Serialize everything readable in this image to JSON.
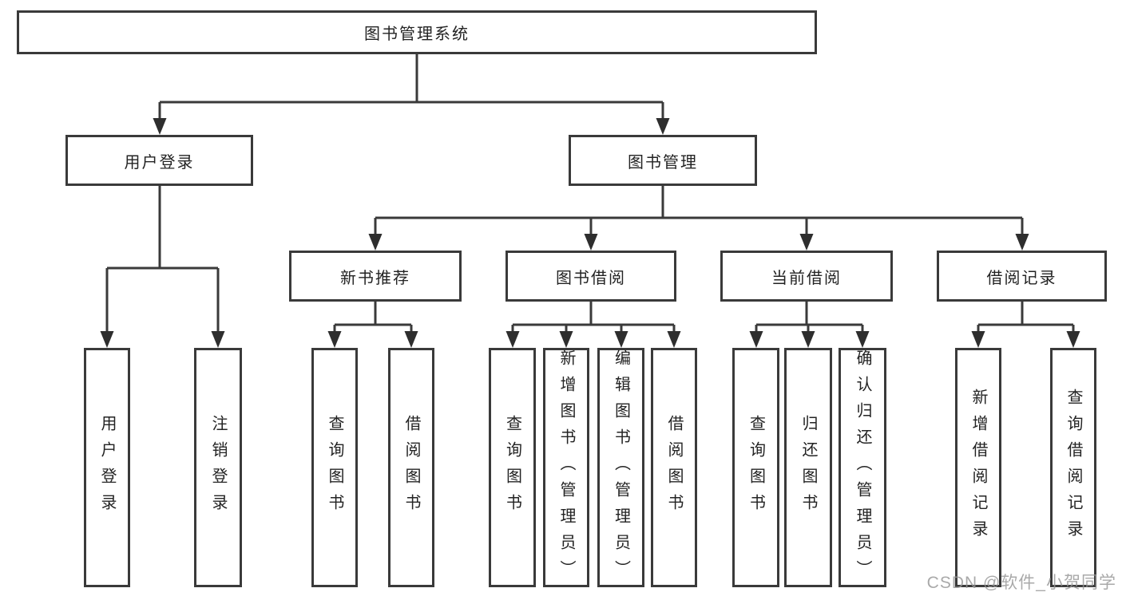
{
  "tree": {
    "label": "图书管理系统",
    "children": [
      {
        "label": "用户登录",
        "children": [
          {
            "label": "用户登录"
          },
          {
            "label": "注销登录"
          }
        ]
      },
      {
        "label": "图书管理",
        "children": [
          {
            "label": "新书推荐",
            "children": [
              {
                "label": "查询图书"
              },
              {
                "label": "借阅图书"
              }
            ]
          },
          {
            "label": "图书借阅",
            "children": [
              {
                "label": "查询图书"
              },
              {
                "label": "新增图书（管理员）"
              },
              {
                "label": "编辑图书（管理员）"
              },
              {
                "label": "借阅图书"
              }
            ]
          },
          {
            "label": "当前借阅",
            "children": [
              {
                "label": "查询图书"
              },
              {
                "label": "归还图书"
              },
              {
                "label": "确认归还（管理员）"
              }
            ]
          },
          {
            "label": "借阅记录",
            "children": [
              {
                "label": "新增借阅记录"
              },
              {
                "label": "查询借阅记录"
              }
            ]
          }
        ]
      }
    ]
  },
  "watermark": "CSDN @软件_小贺同学",
  "colors": {
    "line": "#3a3a3a",
    "arrow": "#2e2e2e",
    "box_border": "#3a3a3a",
    "text": "#232323",
    "watermark": "#969696"
  }
}
